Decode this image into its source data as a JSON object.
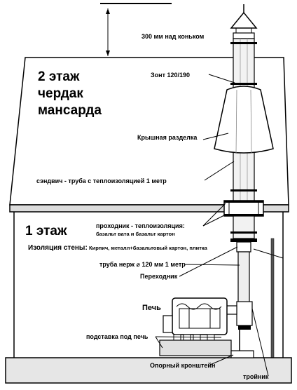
{
  "labels": {
    "floor2_line1": "2 этаж",
    "floor2_line2": "чердак",
    "floor2_line3": "мансарда",
    "floor1": "1 этаж",
    "height_above_ridge": "300 мм над коньком",
    "cap": "Зонт 120/190",
    "roof_cut": "Крышная разделка",
    "sandwich_pipe": "сэндвич - труба с теплоизоляцией 1 метр",
    "pass_through": "проходник - теплоизоляция:",
    "pass_through_detail": "базальт вата и базальт картон",
    "wall_insulation": "Изоляция стены:",
    "wall_insulation_detail": "Кирпич, металл+базальтовый картон, плитка",
    "steel_pipe": "труба нерж ⌀ 120 мм 1 метр",
    "adapter": "Переходник",
    "stove": "Печь",
    "stove_stand": "подставка под печь",
    "support_bracket": "Опорный кронштейн",
    "tee": "тройник"
  },
  "colors": {
    "line": "#000000",
    "roof_fill": "#ffffff",
    "floor_fill": "#e6e6e6",
    "pipe_fill": "#f2f2f2"
  }
}
